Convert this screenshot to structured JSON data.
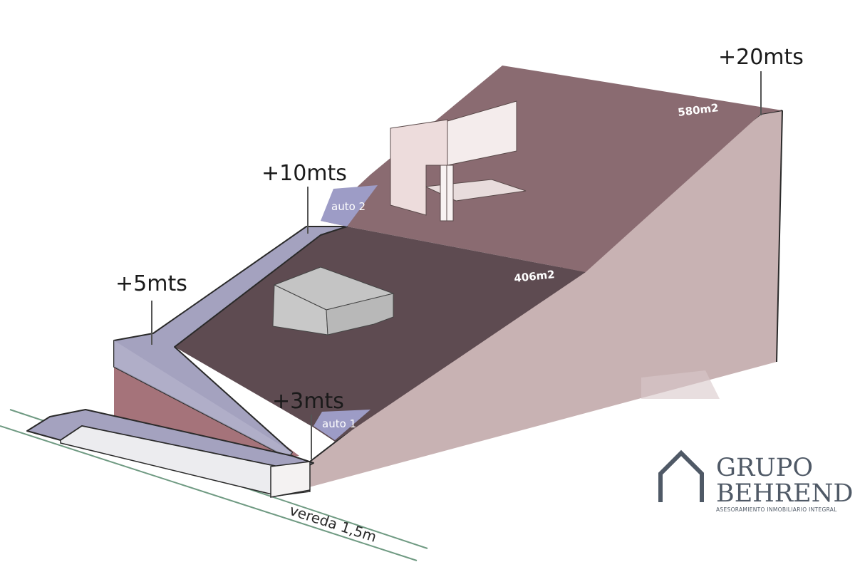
{
  "levels": {
    "top": "+20mts",
    "upper": "+10mts",
    "middle": "+5mts",
    "low": "+3mts"
  },
  "areas": {
    "upper_plateau": "580m2",
    "lower_plateau": "406m2"
  },
  "parking": {
    "spot_1": "auto 1",
    "spot_2": "auto 2"
  },
  "sidewalk": "vereda 1,5m",
  "brand": {
    "line1": "GRUPO",
    "line2": "BEHREND",
    "tagline": "ASESORAMIENTO INMOBILIARIO INTEGRAL",
    "icon": "house-outline-icon",
    "color": "#4f5966"
  },
  "colors": {
    "terrain_side": "#c8b2b3",
    "upper_plateau": "#8a6b71",
    "lower_plateau": "#5e4b51",
    "ramp": "#a4a2bf",
    "retaining_wall": "#a5737a"
  }
}
